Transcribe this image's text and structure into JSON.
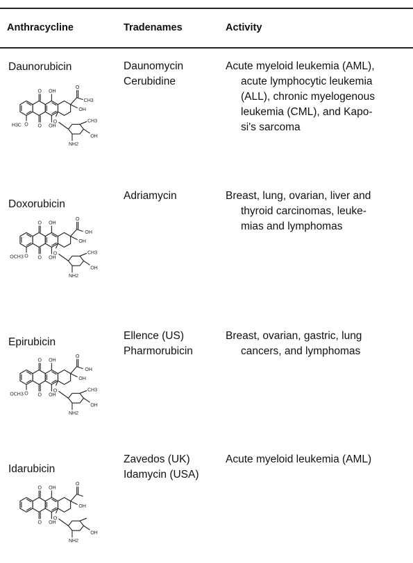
{
  "table": {
    "headers": [
      "Anthracycline",
      "Tradenames",
      "Activity"
    ],
    "rows": [
      {
        "name": "Daunorubicin",
        "tradenames": [
          "Daunomycin",
          "Cerubidine"
        ],
        "activity": [
          "Acute myeloid leukemia (AML),",
          "acute lymphocytic leukemia",
          "(ALL), chronic myelogenous",
          "leukemia (CML), and Kapo-",
          "si's sarcoma"
        ],
        "atoms": {
          "o_top": "O",
          "oh_top": "OH",
          "o_ket": "O",
          "ch3_ket": "CH3",
          "oh_ring": "OH",
          "ome": "H3C",
          "ome_o": "O",
          "o_bot": "O",
          "oh_bot": "OH",
          "o_link": "O",
          "ch3_sugar": "CH3",
          "oh_sugar": "OH",
          "nh2": "NH2"
        }
      },
      {
        "name": "Doxorubicin",
        "tradenames": [
          "Adriamycin"
        ],
        "activity": [
          "Breast, lung, ovarian, liver and",
          "thyroid carcinomas, leuke-",
          "mias and lymphomas"
        ],
        "atoms": {
          "o_top": "O",
          "oh_top": "OH",
          "o_ket": "O",
          "ch3_ket": "OH",
          "oh_ring": "OH",
          "ome": "OCH3",
          "ome_o": "O",
          "o_bot": "O",
          "oh_bot": "OH",
          "o_link": "O",
          "ch3_sugar": "CH3",
          "oh_sugar": "OH",
          "nh2": "NH2"
        }
      },
      {
        "name": "Epirubicin",
        "tradenames": [
          "Ellence (US)",
          "Pharmorubicin"
        ],
        "activity": [
          "Breast, ovarian, gastric, lung",
          "cancers, and lymphomas"
        ],
        "atoms": {
          "o_top": "O",
          "oh_top": "OH",
          "o_ket": "O",
          "ch3_ket": "OH",
          "oh_ring": "OH",
          "ome": "OCH3",
          "ome_o": "O",
          "o_bot": "O",
          "oh_bot": "OH",
          "o_link": "O",
          "ch3_sugar": "CH3",
          "oh_sugar": "OH",
          "nh2": "NH2"
        }
      },
      {
        "name": "Idarubicin",
        "tradenames": [
          "Zavedos (UK)",
          "Idamycin (USA)"
        ],
        "activity": [
          "Acute myeloid leukemia (AML)"
        ],
        "atoms": {
          "o_top": "O",
          "oh_top": "OH",
          "o_ket": "O",
          "ch3_ket": "",
          "oh_ring": "OH",
          "ome": "",
          "ome_o": "",
          "o_bot": "O",
          "oh_bot": "OH",
          "o_link": "O",
          "ch3_sugar": "",
          "oh_sugar": "OH",
          "nh2": "NH2"
        }
      }
    ]
  }
}
